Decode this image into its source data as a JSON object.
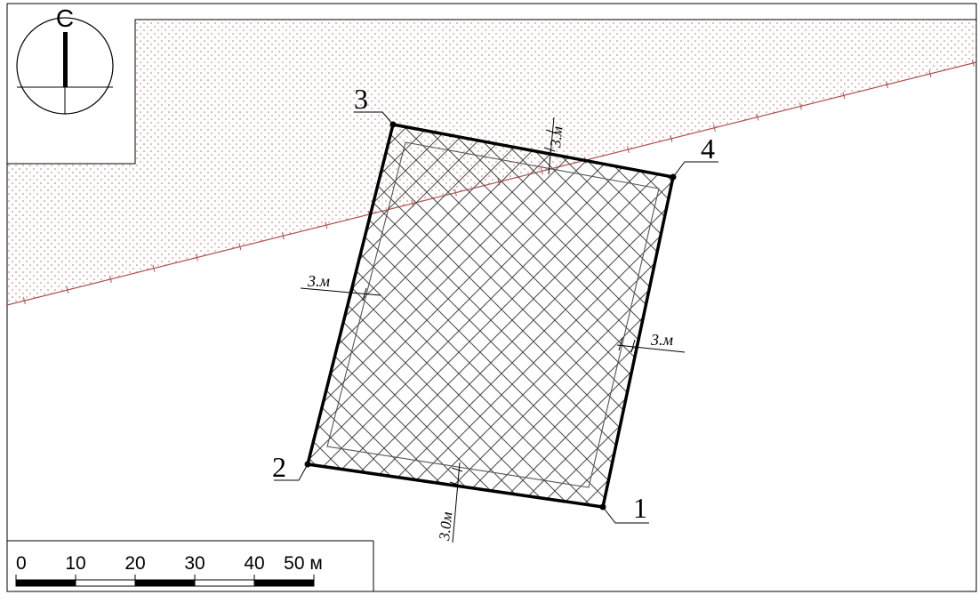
{
  "north_arrow": {
    "label": "С"
  },
  "points": [
    {
      "label": "1"
    },
    {
      "label": "2"
    },
    {
      "label": "3"
    },
    {
      "label": "4"
    }
  ],
  "setback_labels": {
    "top": "3.м",
    "left": "3.м",
    "right": "3.м",
    "bottom": "3.0м"
  },
  "scale_bar": {
    "ticks": [
      "0",
      "10",
      "20",
      "30",
      "40",
      "50 м"
    ]
  },
  "colors": {
    "line": "#000000",
    "hatch": "#4a4a4a",
    "dots": "#c07070",
    "border_line": "#b05050"
  }
}
